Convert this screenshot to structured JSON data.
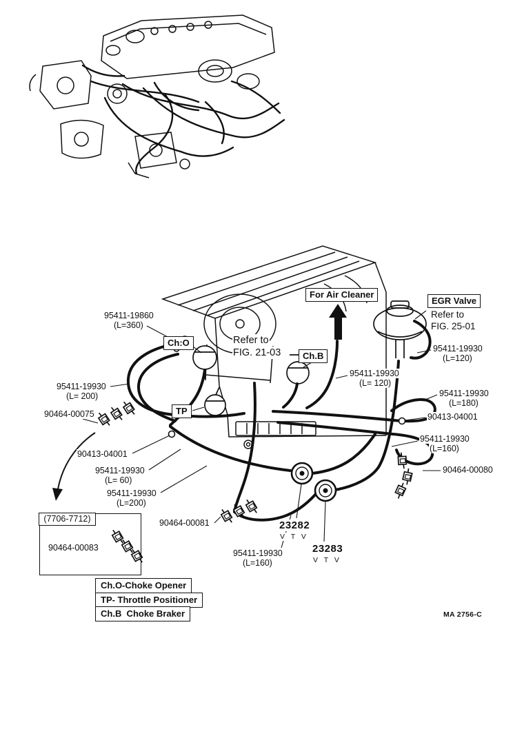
{
  "figure": {
    "code": "MA 2756-C",
    "period_range": "(7706-7712)"
  },
  "boxes": {
    "for_air_cleaner": "For Air Cleaner",
    "egr_valve": "EGR Valve",
    "ch_o": "Ch:O",
    "ch_b": "Ch.B",
    "tp": "TP"
  },
  "refer_notes": {
    "egr_line1": "Refer to",
    "egr_line2": "FIG. 25-01",
    "carb_line1": "Refer to",
    "carb_line2": "FIG. 21-03"
  },
  "callouts": {
    "hose_19860": {
      "part": "95411-19860",
      "length": "(L=360)"
    },
    "hose_l200_left": {
      "part": "95411-19930",
      "length": "(L= 200)"
    },
    "clamp_00075": {
      "part": "90464-00075"
    },
    "clip_04001_left": {
      "part": "90413-04001"
    },
    "hose_l60_left": {
      "part": "95411-19930",
      "length": "(L= 60)"
    },
    "hose_l200_lower": {
      "part": "95411-19930",
      "length": "(L=200)"
    },
    "clamp_00083": {
      "part": "90464-00083"
    },
    "clamp_00081": {
      "part": "90464-00081"
    },
    "hose_l160_bottom": {
      "part": "95411-19930",
      "length": "(L=160)"
    },
    "hose_l120_right": {
      "part": "95411-19930",
      "length": "(L=120)"
    },
    "hose_l120_center": {
      "part": "95411-19930",
      "length": "(L= 120)"
    },
    "hose_l180_right": {
      "part": "95411-19930",
      "length": "(L=180)"
    },
    "clip_04001_right": {
      "part": "90413-04001"
    },
    "hose_l160_right": {
      "part": "95411-19930",
      "length": "(L=160)"
    },
    "clamp_00080": {
      "part": "90464-00080"
    }
  },
  "vtv_units": {
    "vtv_23282": {
      "part": "23282",
      "label": "V T V"
    },
    "vtv_23283": {
      "part": "23283",
      "label": "V T V"
    }
  },
  "legend": {
    "rows": [
      "Ch.O-Choke Opener",
      "TP- Throttle Positioner",
      "Ch.B  Choke Braker"
    ]
  }
}
